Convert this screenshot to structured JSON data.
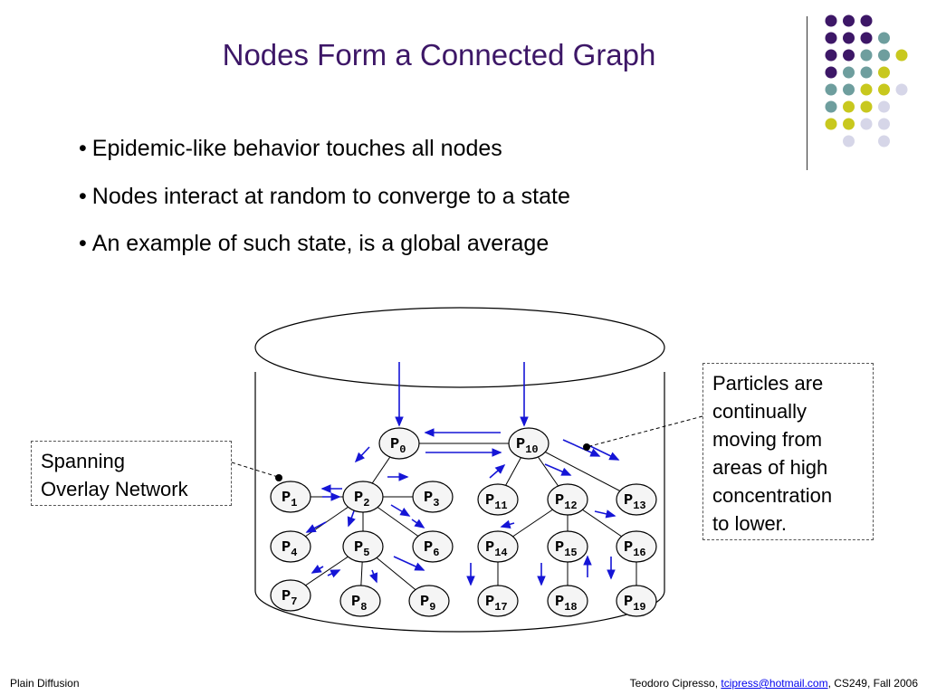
{
  "title": "Nodes Form a Connected Graph",
  "bullets": [
    "Epidemic-like behavior touches all nodes",
    "Nodes interact at random to converge to a state",
    "An example of such state, is a global average"
  ],
  "bullet_marker": "•",
  "callouts": {
    "left": [
      "Spanning",
      "Overlay Network"
    ],
    "right": [
      "Particles are",
      "continually",
      "moving from",
      "areas of high",
      "concentration",
      "to lower."
    ]
  },
  "footer": {
    "left": "Plain Diffusion",
    "right_prefix": "Teodoro Cipresso, ",
    "email": "tcipress@hotmail.com",
    "right_suffix": ", CS249, Fall 2006"
  },
  "nodes": [
    {
      "id": "P0",
      "base": "P",
      "sub": "0"
    },
    {
      "id": "P10",
      "base": "P",
      "sub": "10"
    },
    {
      "id": "P1",
      "base": "P",
      "sub": "1"
    },
    {
      "id": "P2",
      "base": "P",
      "sub": "2"
    },
    {
      "id": "P3",
      "base": "P",
      "sub": "3"
    },
    {
      "id": "P4",
      "base": "P",
      "sub": "4"
    },
    {
      "id": "P5",
      "base": "P",
      "sub": "5"
    },
    {
      "id": "P6",
      "base": "P",
      "sub": "6"
    },
    {
      "id": "P7",
      "base": "P",
      "sub": "7"
    },
    {
      "id": "P8",
      "base": "P",
      "sub": "8"
    },
    {
      "id": "P9",
      "base": "P",
      "sub": "9"
    },
    {
      "id": "P11",
      "base": "P",
      "sub": "11"
    },
    {
      "id": "P12",
      "base": "P",
      "sub": "12"
    },
    {
      "id": "P13",
      "base": "P",
      "sub": "13"
    },
    {
      "id": "P14",
      "base": "P",
      "sub": "14"
    },
    {
      "id": "P15",
      "base": "P",
      "sub": "15"
    },
    {
      "id": "P16",
      "base": "P",
      "sub": "16"
    },
    {
      "id": "P17",
      "base": "P",
      "sub": "17"
    },
    {
      "id": "P18",
      "base": "P",
      "sub": "18"
    },
    {
      "id": "P19",
      "base": "P",
      "sub": "19"
    }
  ],
  "edges": [
    [
      "P0",
      "P2"
    ],
    [
      "P0",
      "P10"
    ],
    [
      "P2",
      "P1"
    ],
    [
      "P2",
      "P3"
    ],
    [
      "P2",
      "P4"
    ],
    [
      "P2",
      "P5"
    ],
    [
      "P2",
      "P6"
    ],
    [
      "P5",
      "P7"
    ],
    [
      "P5",
      "P8"
    ],
    [
      "P5",
      "P9"
    ],
    [
      "P10",
      "P11"
    ],
    [
      "P10",
      "P12"
    ],
    [
      "P10",
      "P13"
    ],
    [
      "P12",
      "P14"
    ],
    [
      "P12",
      "P15"
    ],
    [
      "P12",
      "P16"
    ],
    [
      "P14",
      "P17"
    ],
    [
      "P15",
      "P18"
    ],
    [
      "P16",
      "P19"
    ]
  ],
  "colors": {
    "title": "#3d1767",
    "arrow": "#1515d6",
    "edge": "#000000",
    "dot_palette": [
      "#3d1767",
      "#6e9e9e",
      "#c8c81e",
      "#d6d6e8"
    ]
  },
  "decoration": {
    "dot_grid": [
      [
        0,
        0,
        0,
        null
      ],
      [
        0,
        0,
        0,
        1
      ],
      [
        0,
        0,
        1,
        1,
        2
      ],
      [
        0,
        1,
        1,
        2
      ],
      [
        1,
        1,
        2,
        2,
        3
      ],
      [
        1,
        2,
        2,
        3
      ],
      [
        2,
        2,
        3,
        3
      ],
      [
        null,
        3,
        null,
        3
      ]
    ]
  }
}
